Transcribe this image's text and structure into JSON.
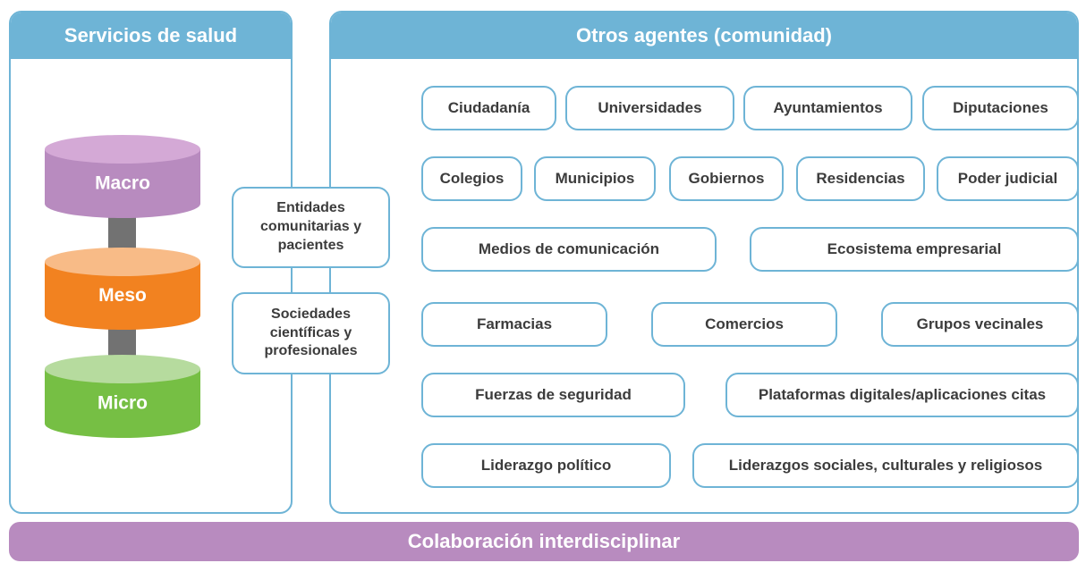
{
  "left_panel": {
    "title": "Servicios de salud"
  },
  "right_panel": {
    "title": "Otros agentes (comunidad)"
  },
  "levels": [
    {
      "label": "Macro",
      "top_color": "#d4a9d6",
      "body_color": "#b88bbf"
    },
    {
      "label": "Meso",
      "top_color": "#f8bb87",
      "body_color": "#f28220"
    },
    {
      "label": "Micro",
      "top_color": "#b6db9e",
      "body_color": "#76bf44"
    }
  ],
  "connector_color": "#727272",
  "middle_boxes": [
    {
      "text": "Entidades comunitarias y pacientes"
    },
    {
      "text": "Sociedades científicas y profesionales"
    }
  ],
  "agent_rows": [
    [
      "Ciudadanía",
      "Universidades",
      "Ayuntamientos",
      "Diputaciones"
    ],
    [
      "Colegios",
      "Municipios",
      "Gobiernos",
      "Residencias",
      "Poder judicial"
    ],
    [
      "Medios de comunicación",
      "Ecosistema empresarial"
    ],
    [
      "Farmacias",
      "Comercios",
      "Grupos vecinales"
    ],
    [
      "Fuerzas de seguridad",
      "Plataformas digitales/aplicaciones citas"
    ],
    [
      "Liderazgo político",
      "Liderazgos sociales, culturales y religiosos"
    ]
  ],
  "footer": {
    "text": "Colaboración interdisciplinar"
  },
  "colors": {
    "accent_blue": "#6eb4d6",
    "footer_purple": "#b88bbf"
  }
}
